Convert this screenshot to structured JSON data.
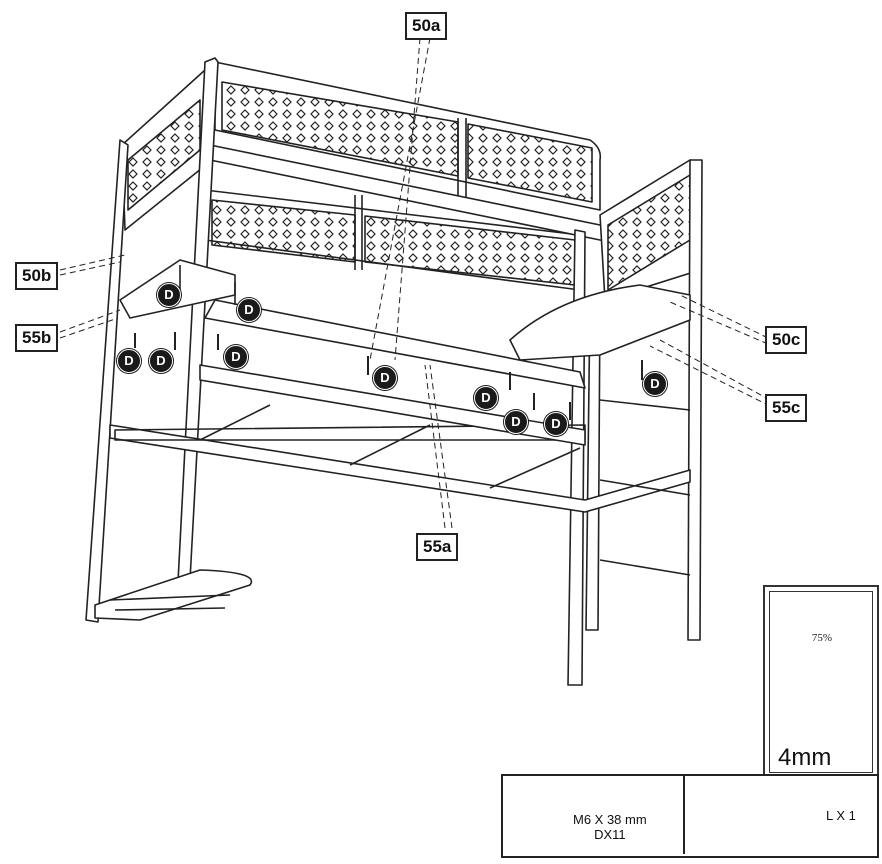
{
  "callouts": {
    "a50": "50a",
    "b50": "50b",
    "c50": "50c",
    "a55": "55a",
    "b55": "55b",
    "c55": "55c"
  },
  "fastener_letter": "D",
  "progress": {
    "label": "75%",
    "fraction": 0.75
  },
  "tool": {
    "size": "4mm",
    "icon": "allen-key-hand-icon"
  },
  "parts": {
    "screw": {
      "line1": "M6 X 38 mm",
      "line2": "DX11",
      "icon": "bolt-icon"
    },
    "key": {
      "label": "L X 1",
      "icon": "allen-key-icon"
    }
  },
  "colors": {
    "ink": "#1a1a1a",
    "paper": "#ffffff"
  }
}
